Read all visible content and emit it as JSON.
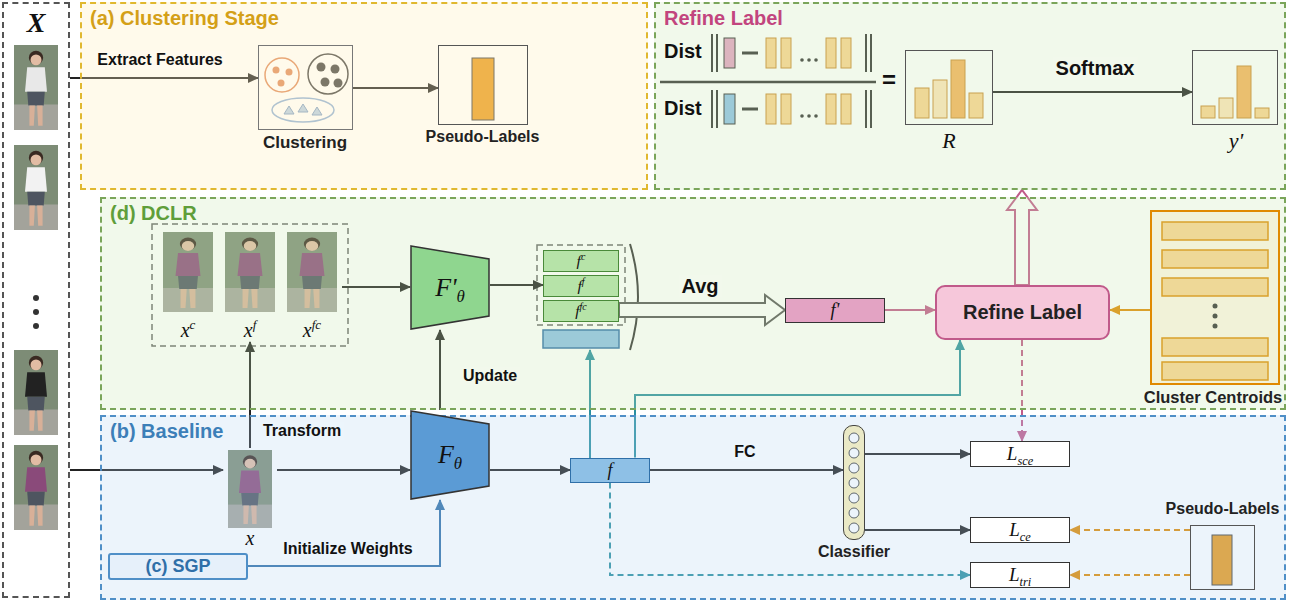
{
  "diagram": {
    "nodes": [
      {
        "text": [
          "X"
        ]
      },
      {
        "text": [
          "(a) Clustering Stage"
        ]
      },
      {
        "text": [
          "Clustering"
        ],
        "in": 1
      },
      {
        "text": [
          "Pseudo-Labels"
        ],
        "in": 1
      },
      {
        "text": [
          "Refine Label"
        ]
      },
      {
        "text": [
          "R"
        ],
        "in": 4
      },
      {
        "text": [
          "y'"
        ],
        "in": 4
      },
      {
        "text": [
          "(d) DCLR"
        ]
      },
      {
        "text": [
          "xc"
        ],
        "in": 7
      },
      {
        "text": [
          "xf"
        ],
        "in": 7
      },
      {
        "text": [
          "xfc"
        ],
        "in": 7
      },
      {
        "text": [
          "F'θ"
        ],
        "in": 7
      },
      {
        "text": [
          "fc"
        ],
        "in": 7
      },
      {
        "text": [
          "ff"
        ],
        "in": 7
      },
      {
        "text": [
          "ffc"
        ],
        "in": 7
      },
      {
        "text": [
          "f'"
        ],
        "in": 7
      },
      {
        "text": [
          "Refine Label"
        ],
        "in": 7
      },
      {
        "text": [
          "Cluster Centroids"
        ],
        "in": 7
      },
      {
        "text": [
          "(b) Baseline"
        ]
      },
      {
        "text": [
          "x"
        ],
        "in": 18
      },
      {
        "text": [
          "Fθ"
        ],
        "in": 18
      },
      {
        "text": [
          "(c) SGP"
        ],
        "in": 18
      },
      {
        "text": [
          "f"
        ],
        "in": 18
      },
      {
        "text": [
          "Classifier"
        ],
        "in": 18
      },
      {
        "text": [
          "Lsce"
        ],
        "in": 18
      },
      {
        "text": [
          "Lce"
        ],
        "in": 18
      },
      {
        "text": [
          "Ltri"
        ],
        "in": 18
      },
      {
        "text": [
          "Pseudo-Labels"
        ],
        "in": 18
      }
    ],
    "edges": [
      {
        "from": 0,
        "to": 2,
        "arrow": "to",
        "label": "Extract Features"
      },
      {
        "from": 2,
        "to": 3,
        "arrow": "to"
      },
      {
        "from": 5,
        "to": 6,
        "arrow": "to",
        "label": "Softmax"
      },
      {
        "from": 10,
        "to": 11,
        "arrow": "to"
      },
      {
        "from": 11,
        "to": 13,
        "arrow": "to"
      },
      {
        "from": 14,
        "to": 15,
        "arrow": "to",
        "label": "Avg"
      },
      {
        "from": 15,
        "to": 16,
        "arrow": "to"
      },
      {
        "from": 17,
        "to": 16,
        "arrow": "to"
      },
      {
        "from": 16,
        "to": 4,
        "arrow": "to"
      },
      {
        "from": 16,
        "to": 24,
        "arrow": "to"
      },
      {
        "from": 22,
        "to": 16,
        "arrow": "to"
      },
      {
        "from": 19,
        "to": 20,
        "arrow": "to"
      },
      {
        "from": 19,
        "to": 9,
        "arrow": "to",
        "label": "Transform"
      },
      {
        "from": 20,
        "to": 11,
        "arrow": "to",
        "label": "Update"
      },
      {
        "from": 21,
        "to": 20,
        "arrow": "to",
        "label": "Initialize Weights"
      },
      {
        "from": 20,
        "to": 22,
        "arrow": "to"
      },
      {
        "from": 22,
        "to": 23,
        "arrow": "to",
        "label": "FC"
      },
      {
        "from": 23,
        "to": 24,
        "arrow": "to"
      },
      {
        "from": 23,
        "to": 25,
        "arrow": "to"
      },
      {
        "from": 22,
        "to": 26,
        "arrow": "to"
      },
      {
        "from": 27,
        "to": 25,
        "arrow": "to"
      },
      {
        "from": 27,
        "to": 26,
        "arrow": "to"
      },
      {
        "from": 0,
        "to": 19,
        "arrow": "to"
      }
    ],
    "labels": [
      "Dist",
      "Dist",
      "="
    ]
  }
}
